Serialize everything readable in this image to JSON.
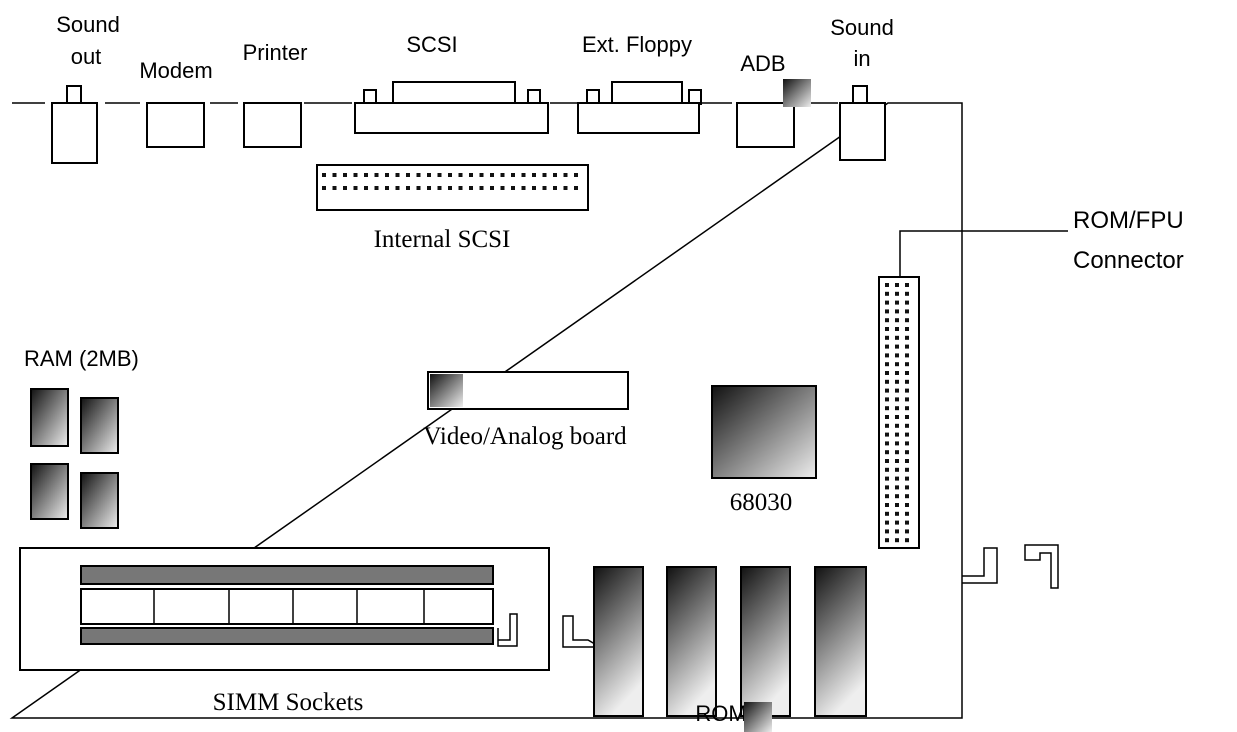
{
  "ports": {
    "sound_out": [
      "Sound",
      "out"
    ],
    "modem": "Modem",
    "printer": "Printer",
    "scsi": "SCSI",
    "ext_floppy": "Ext. Floppy",
    "adb": "ADB",
    "sound_in": [
      "Sound",
      "in"
    ]
  },
  "components": {
    "internal_scsi": "Internal SCSI",
    "rom_fpu": [
      "ROM/FPU",
      "Connector"
    ],
    "ram": "RAM (2MB)",
    "video_board": "Video/Analog board",
    "cpu": "68030",
    "simm": "SIMM Sockets",
    "rom": "ROM"
  },
  "colors": {
    "outline": "#000000",
    "chip_dark": "#1a1a1a",
    "chip_light": "#e8e8e8",
    "bar_gray": "#777777"
  }
}
